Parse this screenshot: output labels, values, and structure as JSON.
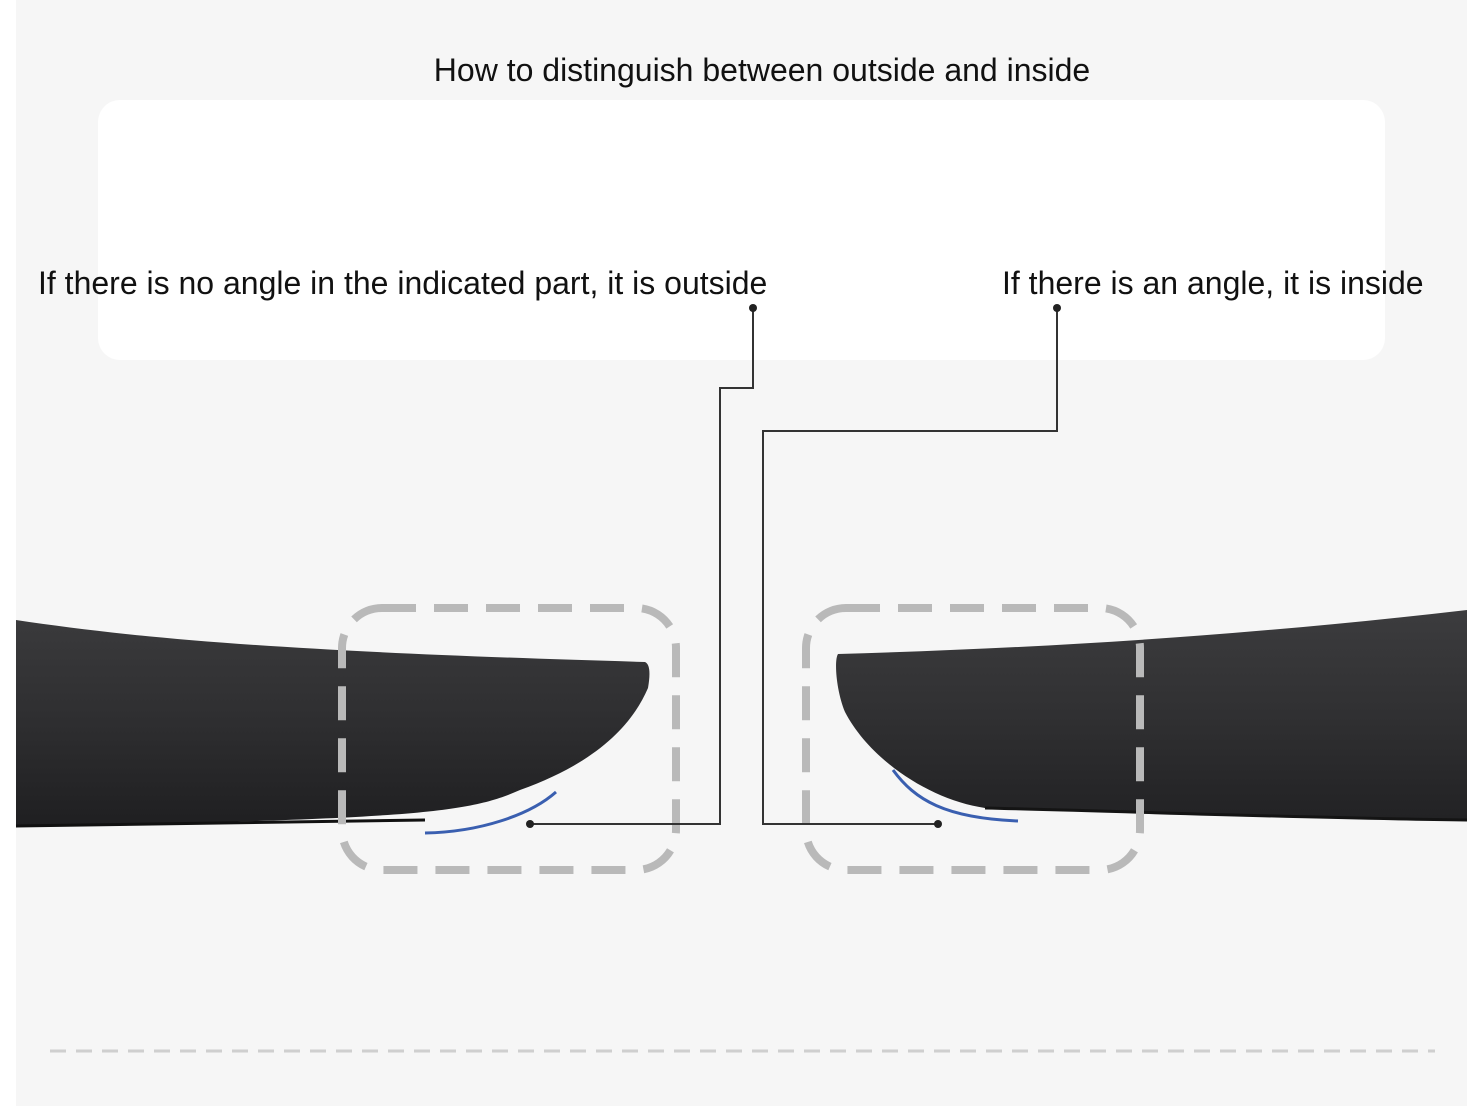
{
  "diagram": {
    "title": "How to distinguish between outside and inside",
    "callouts": {
      "left": "If there is no angle in the indicated part, it is outside",
      "right": "If there is an angle, it is inside"
    },
    "colors": {
      "part": "#2e2e30",
      "highlight_curve": "#3a5fb0",
      "dashed_box": "#b9b9b9",
      "leader_line": "#333333"
    }
  }
}
